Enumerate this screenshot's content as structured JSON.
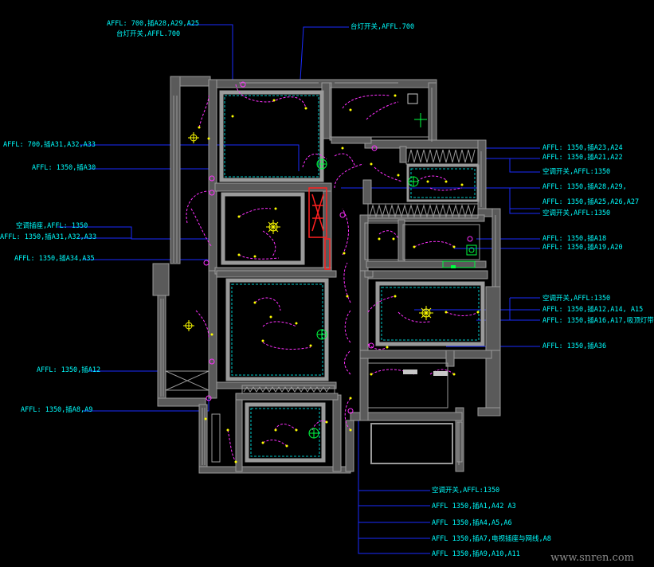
{
  "colors": {
    "background": "#000000",
    "wall": "#9a9a9a",
    "wall_fill": "#5a5a5a",
    "label": "#00ffff",
    "leader": "#1a2cff",
    "circuit": "#ff30ff",
    "fixture_green": "#00ff40",
    "fixture_yellow": "#ffff00",
    "panel_red": "#ff2020",
    "ceiling_cyan": "#00c8c8"
  },
  "labels": {
    "top_left_1": "AFFL: 700,插A28,A29,A25",
    "top_left_2": "台灯开关,AFFL.700",
    "top_mid": "台灯开关,AFFL.700",
    "left_1": "AFFL: 700,插A31,A32,A33",
    "left_2": "AFFL: 1350,插A30",
    "left_3": "空调插座,AFFL: 1350",
    "left_4": "AFFL: 1350,插A31,A32,A33",
    "left_5": "AFFL: 1350,插A34,A35",
    "left_6": "AFFL: 1350,插A12",
    "left_7": "AFFL: 1350,插A8,A9",
    "right_1": "AFFL: 1350,插A23,A24",
    "right_2": "AFFL: 1350,插A21,A22",
    "right_3": "空调开关,AFFL:1350",
    "right_4": "AFFL: 1350,插A28,A29,",
    "right_5": "AFFL: 1350,插A25,A26,A27",
    "right_6": "空调开关,AFFL:1350",
    "right_7": "AFFL: 1350,插A18",
    "right_8": "AFFL: 1350,插A19,A20",
    "right_9": "空调开关,AFFL:1350",
    "right_10": "AFFL: 1350,插A12,A14, A15",
    "right_11": "AFFL: 1350,插A16,A17,吸顶灯带",
    "right_12": "AFFL: 1350,插A36",
    "bottom_1": "空调开关,AFFL:1350",
    "bottom_2": "AFFL  1350,插A1,A42 A3",
    "bottom_3": "AFFL  1350,插A4,A5,A6",
    "bottom_4": "AFFL  1350,插A7,电视插座与网线,A8",
    "bottom_5": "AFFL  1350,插A9,A10,A11"
  },
  "watermark": "www.snren.com"
}
